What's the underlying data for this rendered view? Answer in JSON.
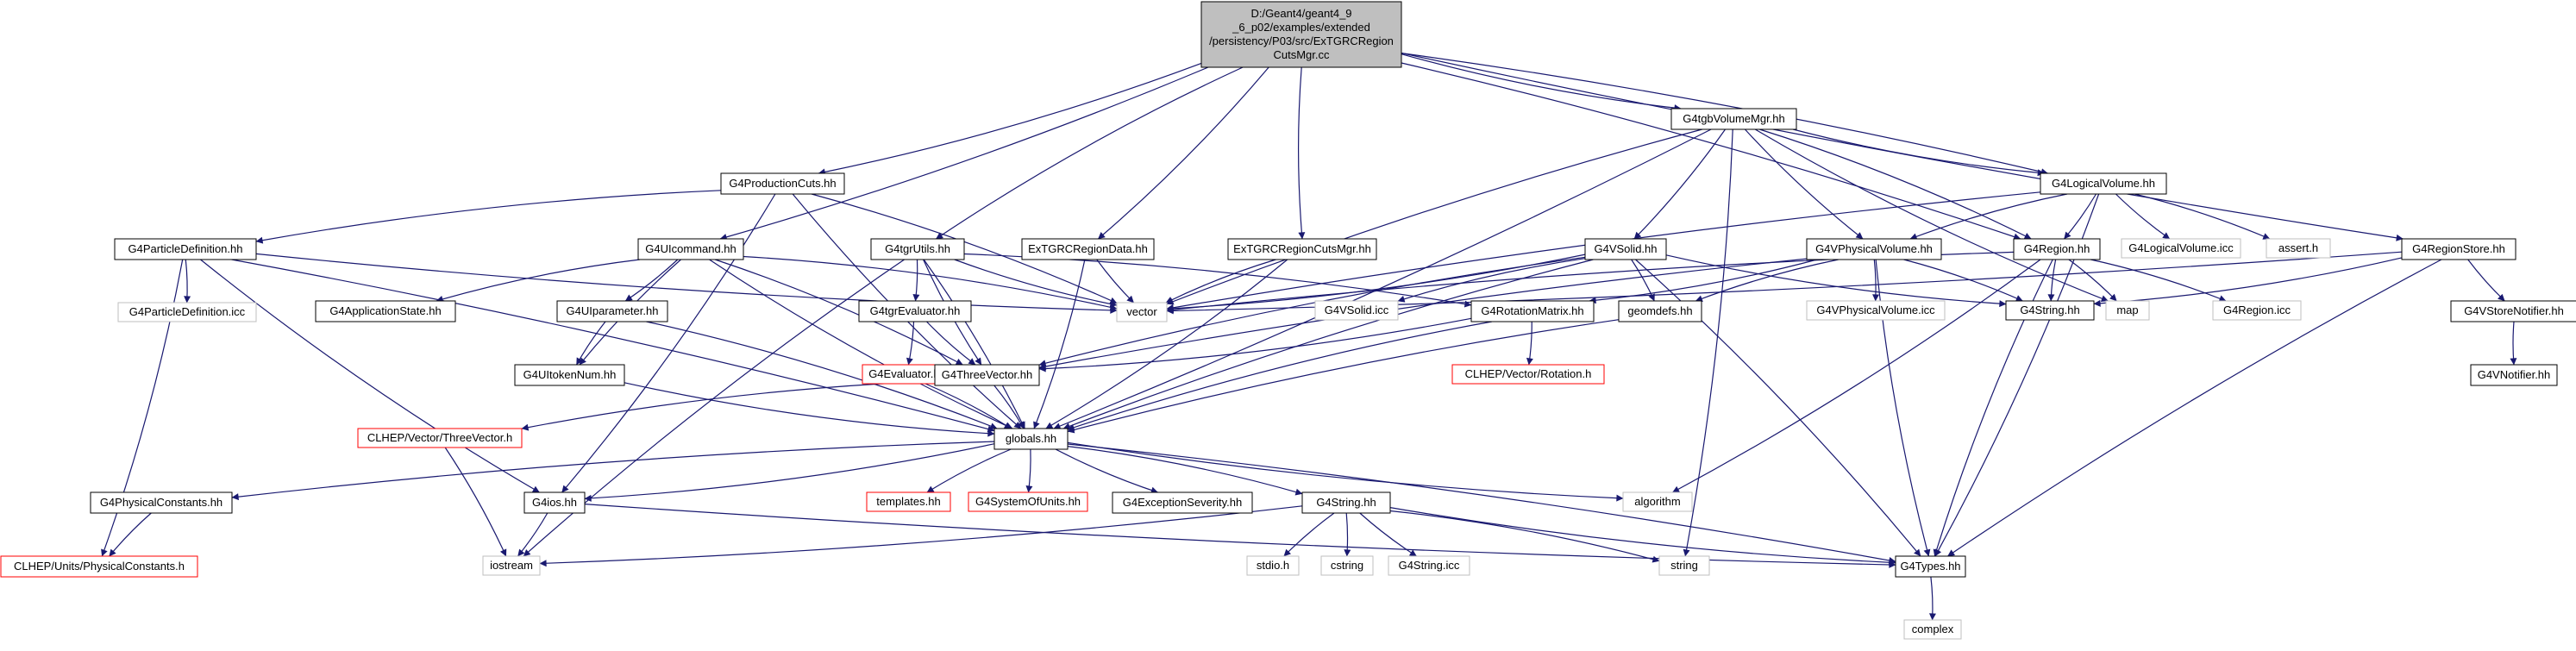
{
  "colors": {
    "edge": "#191970",
    "root_fill": "#bfbfbf",
    "root_stroke": "#000000",
    "normal_stroke": "#000000",
    "missing_stroke": "#ff0000",
    "system_stroke": "#bfbfbf",
    "text": "#000000"
  },
  "nodes": [
    {
      "id": "root",
      "lines": [
        "D:/Geant4/geant4_9",
        "_6_p02/examples/extended",
        "/persistency/P03/src/ExTGRCRegion",
        "CutsMgr.cc"
      ],
      "kind": "root"
    },
    {
      "id": "prodcuts",
      "lines": [
        "G4ProductionCuts.hh"
      ],
      "kind": "normal"
    },
    {
      "id": "tgbvolmgr",
      "lines": [
        "G4tgbVolumeMgr.hh"
      ],
      "kind": "normal"
    },
    {
      "id": "logvol",
      "lines": [
        "G4LogicalVolume.hh"
      ],
      "kind": "normal"
    },
    {
      "id": "regionstore",
      "lines": [
        "G4RegionStore.hh"
      ],
      "kind": "normal"
    },
    {
      "id": "partdef",
      "lines": [
        "G4ParticleDefinition.hh"
      ],
      "kind": "normal"
    },
    {
      "id": "partdef_icc",
      "lines": [
        "G4ParticleDefinition.icc"
      ],
      "kind": "system"
    },
    {
      "id": "uicommand",
      "lines": [
        "G4UIcommand.hh"
      ],
      "kind": "normal"
    },
    {
      "id": "tgrutils",
      "lines": [
        "G4tgrUtils.hh"
      ],
      "kind": "normal"
    },
    {
      "id": "regiondata",
      "lines": [
        "ExTGRCRegionData.hh"
      ],
      "kind": "normal"
    },
    {
      "id": "regioncutsmgr",
      "lines": [
        "ExTGRCRegionCutsMgr.hh"
      ],
      "kind": "normal"
    },
    {
      "id": "vsolid",
      "lines": [
        "G4VSolid.hh"
      ],
      "kind": "normal"
    },
    {
      "id": "vphysvol",
      "lines": [
        "G4VPhysicalVolume.hh"
      ],
      "kind": "normal"
    },
    {
      "id": "region",
      "lines": [
        "G4Region.hh"
      ],
      "kind": "normal"
    },
    {
      "id": "logvol_icc",
      "lines": [
        "G4LogicalVolume.icc"
      ],
      "kind": "system"
    },
    {
      "id": "assert",
      "lines": [
        "assert.h"
      ],
      "kind": "system"
    },
    {
      "id": "appstate",
      "lines": [
        "G4ApplicationState.hh"
      ],
      "kind": "normal"
    },
    {
      "id": "uiparameter",
      "lines": [
        "G4UIparameter.hh"
      ],
      "kind": "normal"
    },
    {
      "id": "tgrevaluator",
      "lines": [
        "G4tgrEvaluator.hh"
      ],
      "kind": "normal"
    },
    {
      "id": "vector",
      "lines": [
        "vector"
      ],
      "kind": "system"
    },
    {
      "id": "vsolid_icc",
      "lines": [
        "G4VSolid.icc"
      ],
      "kind": "system"
    },
    {
      "id": "rotmatrix",
      "lines": [
        "G4RotationMatrix.hh"
      ],
      "kind": "normal"
    },
    {
      "id": "geomdefs",
      "lines": [
        "geomdefs.hh"
      ],
      "kind": "normal"
    },
    {
      "id": "vphysvol_icc",
      "lines": [
        "G4VPhysicalVolume.icc"
      ],
      "kind": "system"
    },
    {
      "id": "g4string",
      "lines": [
        "G4String.hh"
      ],
      "kind": "normal"
    },
    {
      "id": "map",
      "lines": [
        "map"
      ],
      "kind": "system"
    },
    {
      "id": "region_icc",
      "lines": [
        "G4Region.icc"
      ],
      "kind": "system"
    },
    {
      "id": "vstorenotifier",
      "lines": [
        "G4VStoreNotifier.hh"
      ],
      "kind": "normal"
    },
    {
      "id": "vnotifier",
      "lines": [
        "G4VNotifier.hh"
      ],
      "kind": "normal"
    },
    {
      "id": "uitokennum",
      "lines": [
        "G4UItokenNum.hh"
      ],
      "kind": "normal"
    },
    {
      "id": "evaluator",
      "lines": [
        "G4Evaluator.hh"
      ],
      "kind": "missing"
    },
    {
      "id": "threevector",
      "lines": [
        "G4ThreeVector.hh"
      ],
      "kind": "normal"
    },
    {
      "id": "clhep_rotation",
      "lines": [
        "CLHEP/Vector/Rotation.h"
      ],
      "kind": "missing"
    },
    {
      "id": "clhep_threevector",
      "lines": [
        "CLHEP/Vector/ThreeVector.h"
      ],
      "kind": "missing"
    },
    {
      "id": "globals",
      "lines": [
        "globals.hh"
      ],
      "kind": "normal"
    },
    {
      "id": "physconst",
      "lines": [
        "G4PhysicalConstants.hh"
      ],
      "kind": "normal"
    },
    {
      "id": "g4ios",
      "lines": [
        "G4ios.hh"
      ],
      "kind": "normal"
    },
    {
      "id": "templates",
      "lines": [
        "templates.hh"
      ],
      "kind": "missing"
    },
    {
      "id": "sysofunits",
      "lines": [
        "G4SystemOfUnits.hh"
      ],
      "kind": "missing"
    },
    {
      "id": "excseverity",
      "lines": [
        "G4ExceptionSeverity.hh"
      ],
      "kind": "normal"
    },
    {
      "id": "g4string2",
      "lines": [
        "G4String.hh"
      ],
      "kind": "normal"
    },
    {
      "id": "algorithm",
      "lines": [
        "algorithm"
      ],
      "kind": "system"
    },
    {
      "id": "clhep_physconst",
      "lines": [
        "CLHEP/Units/PhysicalConstants.h"
      ],
      "kind": "missing"
    },
    {
      "id": "iostream",
      "lines": [
        "iostream"
      ],
      "kind": "system"
    },
    {
      "id": "stdio",
      "lines": [
        "stdio.h"
      ],
      "kind": "system"
    },
    {
      "id": "cstring",
      "lines": [
        "cstring"
      ],
      "kind": "system"
    },
    {
      "id": "g4string_icc",
      "lines": [
        "G4String.icc"
      ],
      "kind": "system"
    },
    {
      "id": "string",
      "lines": [
        "string"
      ],
      "kind": "system"
    },
    {
      "id": "g4types",
      "lines": [
        "G4Types.hh"
      ],
      "kind": "normal"
    },
    {
      "id": "complex",
      "lines": [
        "complex"
      ],
      "kind": "system"
    }
  ],
  "edges": [
    [
      "root",
      "prodcuts"
    ],
    [
      "root",
      "tgbvolmgr"
    ],
    [
      "root",
      "logvol"
    ],
    [
      "root",
      "regionstore"
    ],
    [
      "root",
      "uicommand"
    ],
    [
      "root",
      "tgrutils"
    ],
    [
      "root",
      "regiondata"
    ],
    [
      "root",
      "regioncutsmgr"
    ],
    [
      "root",
      "region"
    ],
    [
      "prodcuts",
      "partdef"
    ],
    [
      "prodcuts",
      "vector"
    ],
    [
      "prodcuts",
      "globals"
    ],
    [
      "prodcuts",
      "g4ios"
    ],
    [
      "tgbvolmgr",
      "logvol"
    ],
    [
      "tgbvolmgr",
      "vsolid"
    ],
    [
      "tgbvolmgr",
      "vphysvol"
    ],
    [
      "tgbvolmgr",
      "region"
    ],
    [
      "tgbvolmgr",
      "vector"
    ],
    [
      "tgbvolmgr",
      "globals"
    ],
    [
      "tgbvolmgr",
      "map"
    ],
    [
      "tgbvolmgr",
      "string"
    ],
    [
      "logvol",
      "logvol_icc"
    ],
    [
      "logvol",
      "assert"
    ],
    [
      "logvol",
      "vphysvol"
    ],
    [
      "logvol",
      "region"
    ],
    [
      "logvol",
      "vector"
    ],
    [
      "logvol",
      "g4types"
    ],
    [
      "regionstore",
      "vstorenotifier"
    ],
    [
      "regionstore",
      "vector"
    ],
    [
      "regionstore",
      "g4types"
    ],
    [
      "regionstore",
      "g4string"
    ],
    [
      "vstorenotifier",
      "vnotifier"
    ],
    [
      "partdef",
      "partdef_icc"
    ],
    [
      "partdef",
      "vector"
    ],
    [
      "partdef",
      "globals"
    ],
    [
      "partdef",
      "g4ios"
    ],
    [
      "partdef",
      "clhep_physconst"
    ],
    [
      "uicommand",
      "appstate"
    ],
    [
      "uicommand",
      "uiparameter"
    ],
    [
      "uicommand",
      "uitokennum"
    ],
    [
      "uicommand",
      "vector"
    ],
    [
      "uicommand",
      "globals"
    ],
    [
      "uicommand",
      "threevector"
    ],
    [
      "uiparameter",
      "uitokennum"
    ],
    [
      "uiparameter",
      "globals"
    ],
    [
      "uitokennum",
      "globals"
    ],
    [
      "tgrutils",
      "tgrevaluator"
    ],
    [
      "tgrutils",
      "vector"
    ],
    [
      "tgrutils",
      "rotmatrix"
    ],
    [
      "tgrutils",
      "threevector"
    ],
    [
      "tgrutils",
      "globals"
    ],
    [
      "tgrutils",
      "iostream"
    ],
    [
      "tgrevaluator",
      "evaluator"
    ],
    [
      "tgrevaluator",
      "threevector"
    ],
    [
      "evaluator",
      "globals"
    ],
    [
      "regiondata",
      "vector"
    ],
    [
      "regiondata",
      "globals"
    ],
    [
      "regioncutsmgr",
      "vector"
    ],
    [
      "regioncutsmgr",
      "globals"
    ],
    [
      "vsolid",
      "vsolid_icc"
    ],
    [
      "vsolid",
      "geomdefs"
    ],
    [
      "vsolid",
      "threevector"
    ],
    [
      "vsolid",
      "vector"
    ],
    [
      "vsolid",
      "globals"
    ],
    [
      "vsolid",
      "g4types"
    ],
    [
      "vsolid",
      "g4string"
    ],
    [
      "vphysvol",
      "vphysvol_icc"
    ],
    [
      "vphysvol",
      "geomdefs"
    ],
    [
      "vphysvol",
      "rotmatrix"
    ],
    [
      "vphysvol",
      "threevector"
    ],
    [
      "vphysvol",
      "g4string"
    ],
    [
      "vphysvol",
      "g4types"
    ],
    [
      "region",
      "region_icc"
    ],
    [
      "region",
      "g4string"
    ],
    [
      "region",
      "map"
    ],
    [
      "region",
      "vector"
    ],
    [
      "region",
      "algorithm"
    ],
    [
      "region",
      "g4types"
    ],
    [
      "rotmatrix",
      "clhep_rotation"
    ],
    [
      "rotmatrix",
      "globals"
    ],
    [
      "rotmatrix",
      "threevector"
    ],
    [
      "geomdefs",
      "globals"
    ],
    [
      "threevector",
      "globals"
    ],
    [
      "threevector",
      "clhep_threevector"
    ],
    [
      "clhep_threevector",
      "iostream"
    ],
    [
      "globals",
      "physconst"
    ],
    [
      "globals",
      "g4ios"
    ],
    [
      "globals",
      "templates"
    ],
    [
      "globals",
      "sysofunits"
    ],
    [
      "globals",
      "excseverity"
    ],
    [
      "globals",
      "g4string2"
    ],
    [
      "globals",
      "algorithm"
    ],
    [
      "globals",
      "g4types"
    ],
    [
      "physconst",
      "clhep_physconst"
    ],
    [
      "g4ios",
      "iostream"
    ],
    [
      "g4ios",
      "g4types"
    ],
    [
      "g4string2",
      "iostream"
    ],
    [
      "g4string2",
      "stdio"
    ],
    [
      "g4string2",
      "cstring"
    ],
    [
      "g4string2",
      "g4string_icc"
    ],
    [
      "g4string2",
      "string"
    ],
    [
      "g4string2",
      "g4types"
    ],
    [
      "g4types",
      "complex"
    ]
  ]
}
